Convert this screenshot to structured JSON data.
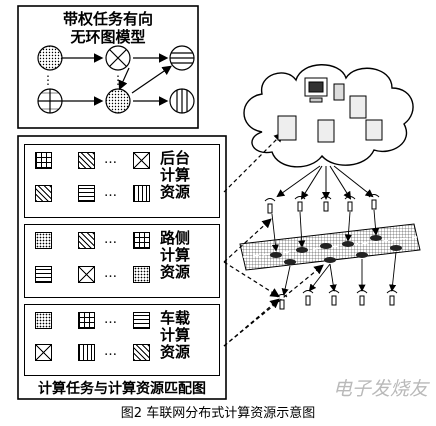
{
  "dag_title_line1": "带权任务有向",
  "dag_title_line2": "无环图模型",
  "panels": [
    {
      "label_lines": [
        "后台",
        "计算",
        "资源"
      ]
    },
    {
      "label_lines": [
        "路侧",
        "计算",
        "资源"
      ]
    },
    {
      "label_lines": [
        "车载",
        "计算",
        "资源"
      ]
    }
  ],
  "ellipsis": "…",
  "matching_title": "计算任务与计算资源匹配图",
  "caption": "图2   车联网分布式计算资源示意图",
  "watermark": "电子发烧友"
}
